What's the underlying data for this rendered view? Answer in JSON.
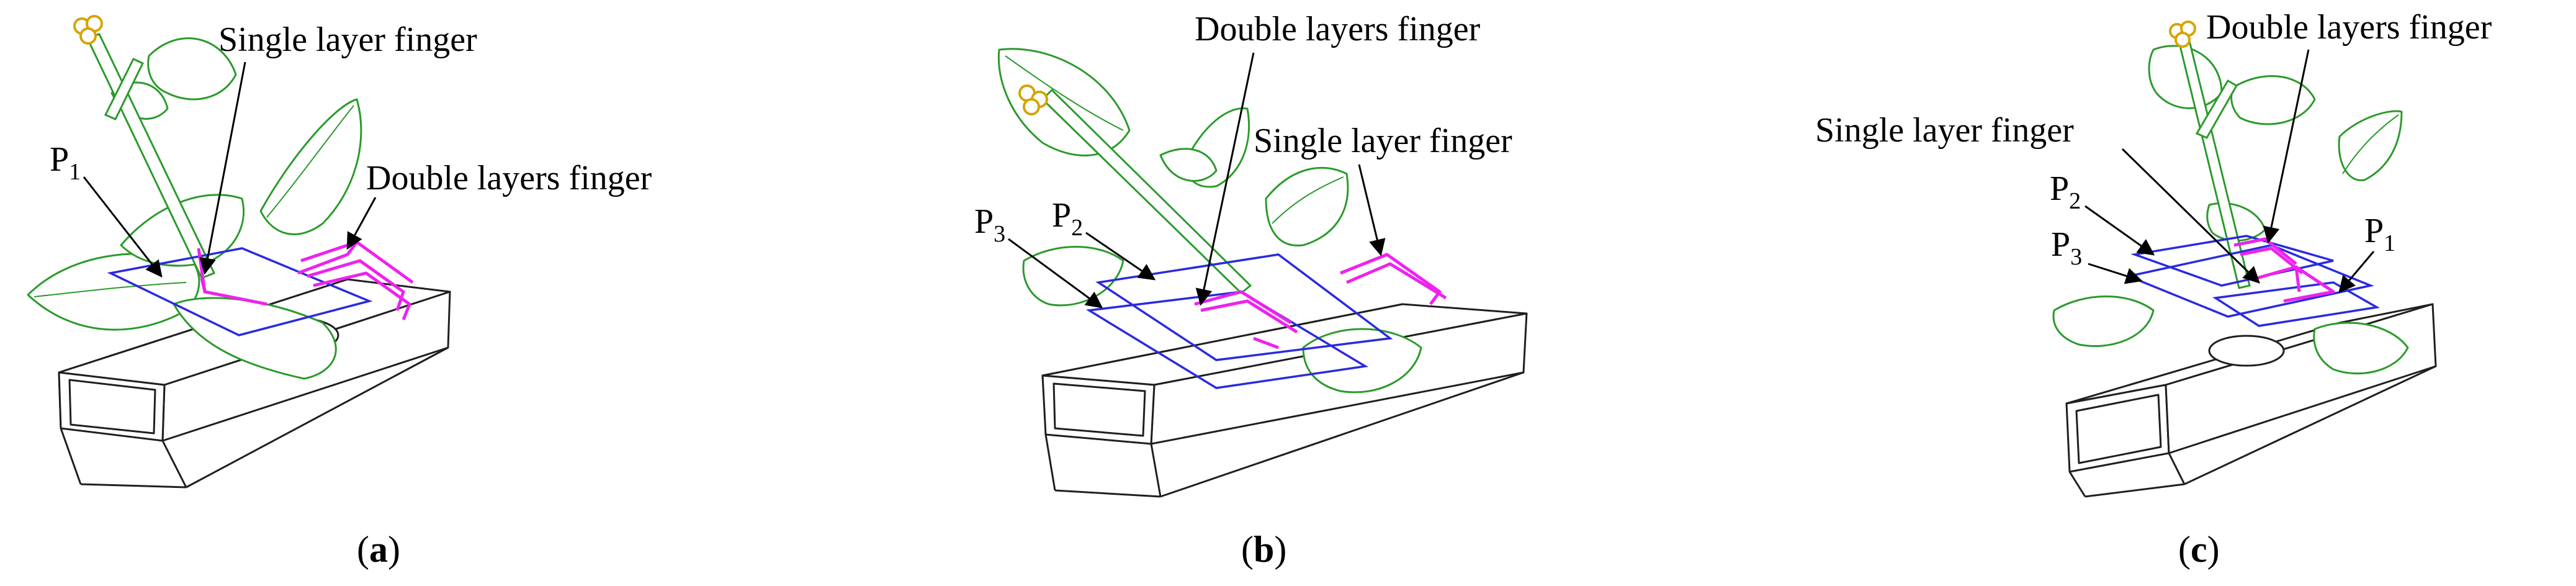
{
  "panels": [
    {
      "caption_open": "(",
      "caption_letter": "a",
      "caption_close": ")",
      "labels": {
        "single": "Single layer finger",
        "double": "Double layers finger",
        "p1_main": "P",
        "p1_sub": "1"
      }
    },
    {
      "caption_open": "(",
      "caption_letter": "b",
      "caption_close": ")",
      "labels": {
        "double": "Double layers finger",
        "single": "Single layer finger",
        "p3_main": "P",
        "p3_sub": "3",
        "p2_main": "P",
        "p2_sub": "2"
      }
    },
    {
      "caption_open": "(",
      "caption_letter": "c",
      "caption_close": ")",
      "labels": {
        "double": "Double layers finger",
        "single": "Single layer finger",
        "p2_main": "P",
        "p2_sub": "2",
        "p3_main": "P",
        "p3_sub": "3",
        "p1_main": "P",
        "p1_sub": "1"
      }
    }
  ],
  "colors": {
    "plane": "#2a2ae0",
    "finger": "#ee22ee",
    "plant": "#2b9a2b",
    "bud": "#d6a400",
    "tube": "#1f1f1f"
  }
}
